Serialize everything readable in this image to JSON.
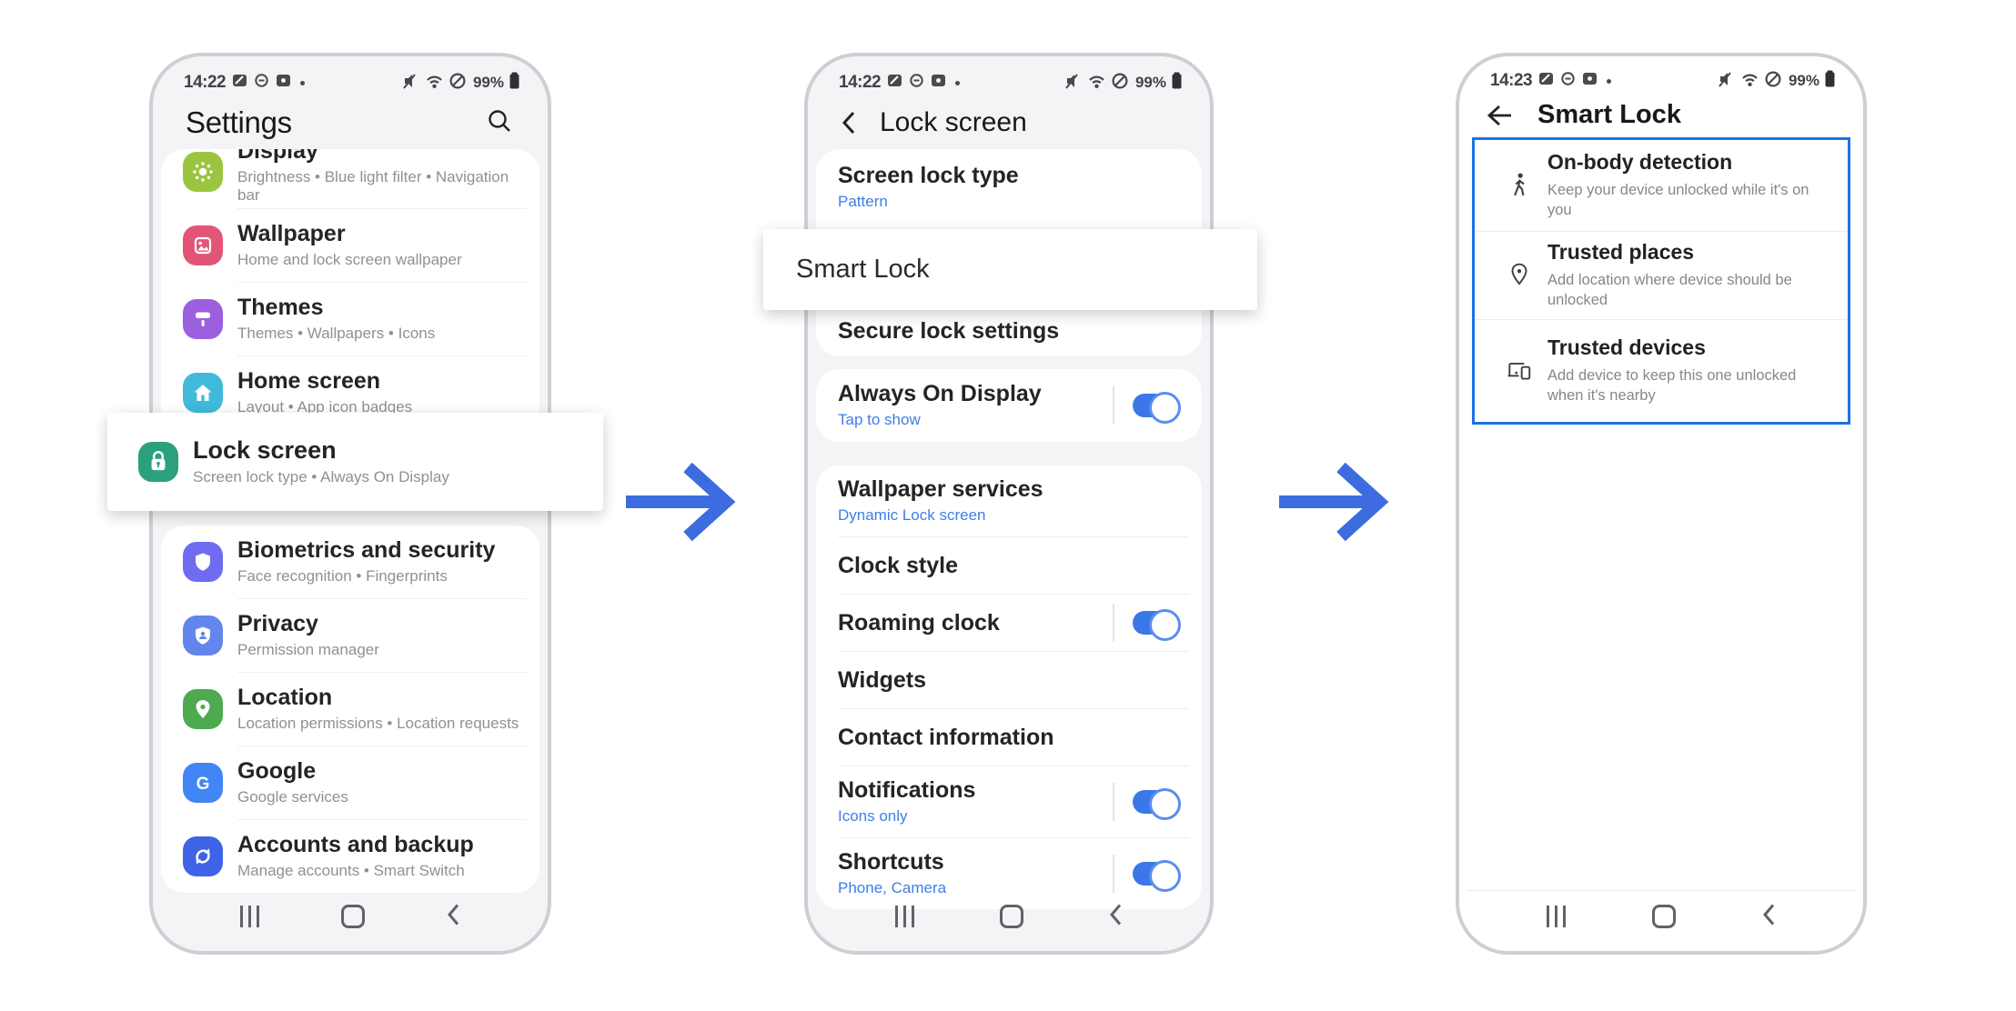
{
  "colors": {
    "accent_blue": "#3e7de8",
    "arrow_blue": "#3c6ce0",
    "highlight_border_blue": "#1a73e8",
    "toggle_on_blue": "#3a78e8"
  },
  "phone1": {
    "status": {
      "time": "14:22",
      "battery": "99%"
    },
    "header": {
      "title": "Settings"
    },
    "top_items": [
      {
        "title": "Display",
        "subtitle": "Brightness • Blue light filter • Navigation bar",
        "iconbg": "background:#9bc53f"
      },
      {
        "title": "Wallpaper",
        "subtitle": "Home and lock screen wallpaper",
        "iconbg": "background:#e25576"
      },
      {
        "title": "Themes",
        "subtitle": "Themes • Wallpapers • Icons",
        "iconbg": "background:#9c5fe0"
      },
      {
        "title": "Home screen",
        "subtitle": "Layout • App icon badges",
        "iconbg": "background:#41b9da"
      }
    ],
    "highlighted_item": {
      "title": "Lock screen",
      "subtitle": "Screen lock type • Always On Display",
      "iconbg": "background:#2ba07c"
    },
    "bottom_items": [
      {
        "title": "Biometrics and security",
        "subtitle": "Face recognition • Fingerprints",
        "iconbg": "background:#6f6cf2"
      },
      {
        "title": "Privacy",
        "subtitle": "Permission manager",
        "iconbg": "background:#6286ec"
      },
      {
        "title": "Location",
        "subtitle": "Location permissions • Location requests",
        "iconbg": "background:#4daa4f"
      },
      {
        "title": "Google",
        "subtitle": "Google services",
        "iconbg": "background:#4285f4"
      },
      {
        "title": "Accounts and backup",
        "subtitle": "Manage accounts • Smart Switch",
        "iconbg": "background:#3f63e6"
      }
    ]
  },
  "phone2": {
    "status": {
      "time": "14:22",
      "battery": "99%"
    },
    "header": {
      "title": "Lock screen"
    },
    "screen_lock_type": {
      "title": "Screen lock type",
      "subtitle": "Pattern"
    },
    "highlighted_item": {
      "title": "Smart Lock"
    },
    "secure_lock": {
      "title": "Secure lock settings"
    },
    "always_on_display": {
      "title": "Always On Display",
      "subtitle": "Tap to show",
      "toggle": "on"
    },
    "display_items": [
      {
        "title": "Wallpaper services",
        "subtitle": "Dynamic Lock screen"
      },
      {
        "title": "Clock style"
      },
      {
        "title": "Roaming clock",
        "toggle": "on"
      },
      {
        "title": "Widgets"
      },
      {
        "title": "Contact information"
      },
      {
        "title": "Notifications",
        "subtitle": "Icons only",
        "toggle": "on"
      },
      {
        "title": "Shortcuts",
        "subtitle": "Phone, Camera",
        "toggle": "on"
      }
    ]
  },
  "phone3": {
    "status": {
      "time": "14:23",
      "battery": "99%"
    },
    "header": {
      "title": "Smart Lock"
    },
    "items": [
      {
        "title": "On-body detection",
        "subtitle": "Keep your device unlocked while it's on you"
      },
      {
        "title": "Trusted places",
        "subtitle": "Add location where device should be unlocked"
      },
      {
        "title": "Trusted devices",
        "subtitle": "Add device to keep this one unlocked when it's nearby"
      }
    ]
  }
}
